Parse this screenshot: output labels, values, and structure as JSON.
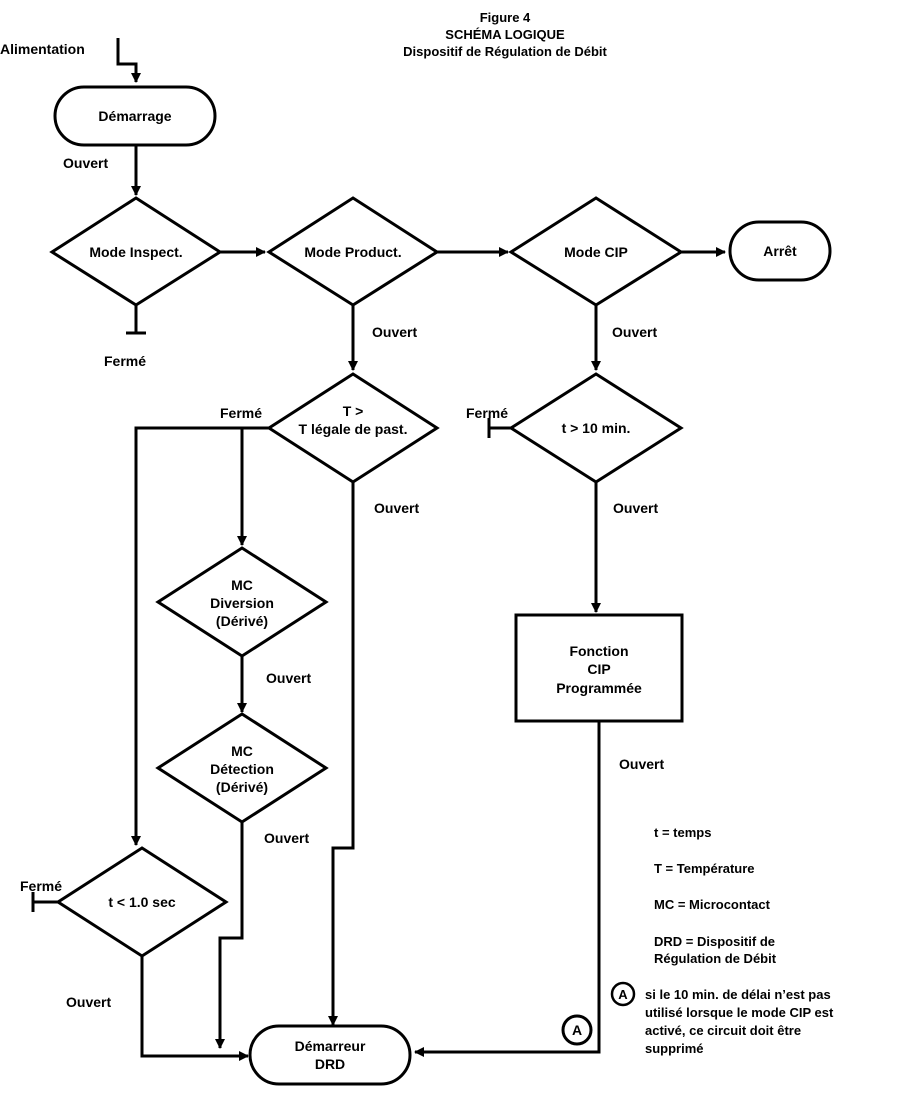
{
  "title": {
    "line1": "Figure 4",
    "line2": "SCHÉMA LOGIQUE",
    "line3": "Dispositif de Régulation de Débit"
  },
  "nodes": {
    "power": "Alimentation",
    "start": "Démarrage",
    "mode_inspect": "Mode Inspect.",
    "mode_product": "Mode Product.",
    "mode_cip": "Mode CIP",
    "stop": "Arrêt",
    "temp_check": [
      "T >",
      "T légale de past."
    ],
    "time_check_cip": "t > 10 min.",
    "mc_diversion": [
      "MC",
      "Diversion",
      "(Dérivé)"
    ],
    "mc_detection": [
      "MC",
      "Détection",
      "(Dérivé)"
    ],
    "cip_function": [
      "Fonction",
      "CIP",
      "Programmée"
    ],
    "time_check_short": "t < 1.0 sec",
    "drd_starter": [
      "Démarreur",
      "DRD"
    ],
    "connector": "A"
  },
  "labels": {
    "open": "Ouvert",
    "closed": "Fermé"
  },
  "legend": {
    "t": "t = temps",
    "T": "T = Température",
    "MC": "MC = Microcontact",
    "DRD": [
      "DRD = Dispositif de",
      "Régulation de Débit"
    ],
    "note_marker": "A",
    "note": [
      "si le 10 min. de délai n’est pas",
      "utilisé lorsque le mode CIP est",
      "activé, ce circuit doit être",
      "supprimé"
    ]
  }
}
